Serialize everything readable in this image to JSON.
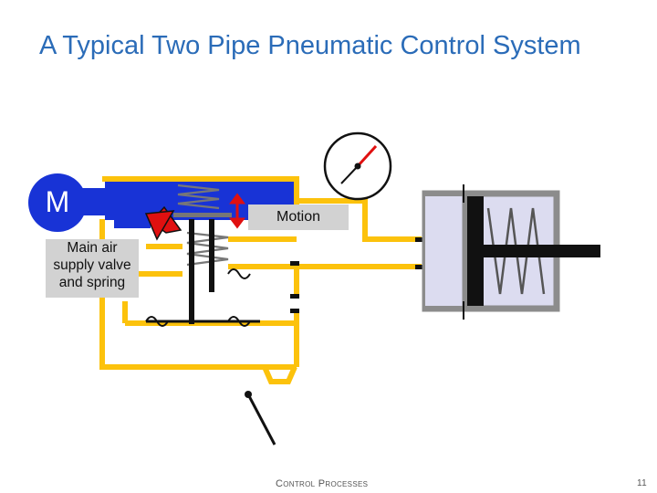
{
  "title": "A Typical Two Pipe Pneumatic Control System",
  "labels": {
    "motor": "M",
    "main_air_supply": "Main air supply valve and spring",
    "motion": "Motion"
  },
  "footer": {
    "section": "Control Processes",
    "page_number": "11"
  },
  "colors": {
    "pipe": "#fcc20c",
    "chamber": "#1833d6",
    "actuator_body": "#dcdcf0",
    "actuator_frame": "#8c8c8c",
    "arrow_red": "#e01010",
    "title": "#2b6cb8"
  }
}
